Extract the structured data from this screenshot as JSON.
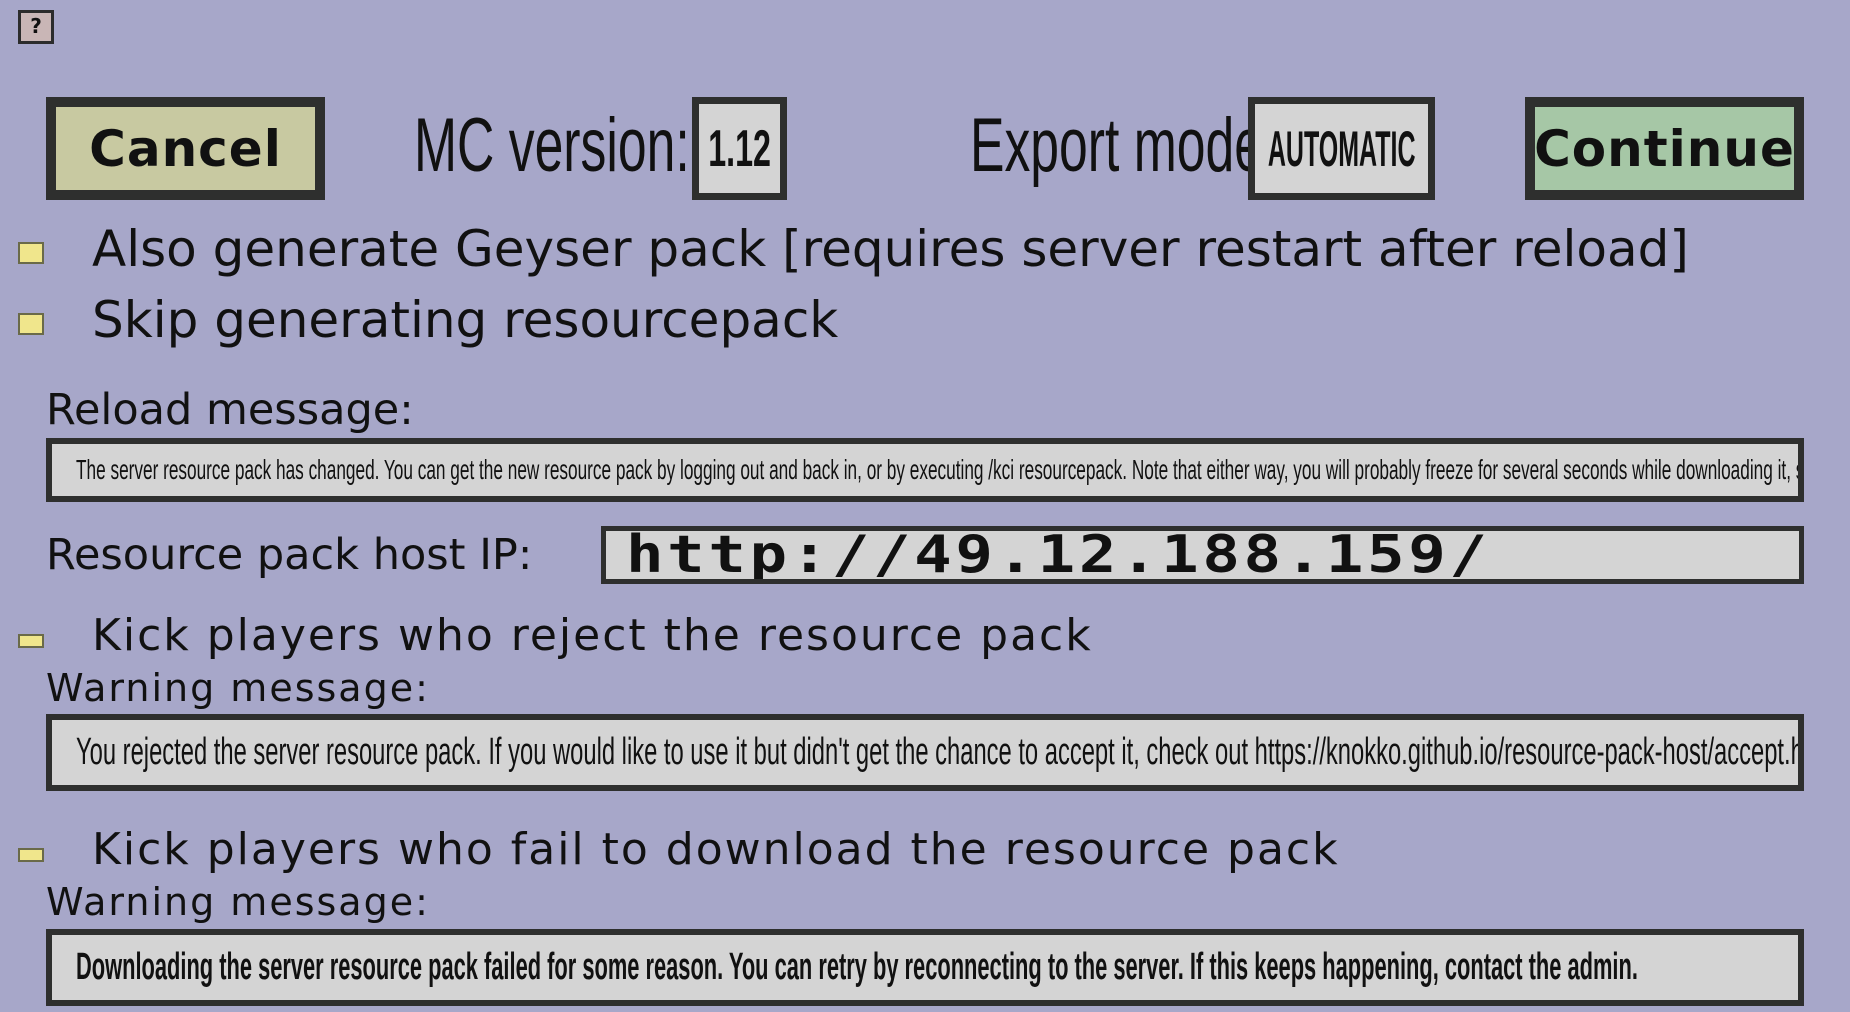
{
  "help": {
    "label": "?"
  },
  "toolbar": {
    "cancel_label": "Cancel",
    "continue_label": "Continue",
    "mc_version_label": "MC version:",
    "mc_version_value": "1.12",
    "export_mode_label": "Export mode:",
    "export_mode_value": "AUTOMATIC"
  },
  "options": {
    "geyser_label": "Also generate Geyser pack [requires server restart after reload]",
    "skip_label": "Skip generating resourcepack"
  },
  "reload": {
    "label": "Reload message:",
    "value": "The server resource pack has changed. You can get the new resource pack by logging out and back in, or by executing /kci resourcepack. Note that either way, you will probably freeze for several seconds while downloading it, so please do this at a safe location."
  },
  "host": {
    "label": "Resource pack host IP:",
    "value": "http://49.12.188.159/"
  },
  "kick_reject": {
    "label": "Kick players who reject the resource pack",
    "warning_label": "Warning message:",
    "warning_value": "You rejected the server resource pack. If you would like to use it but didn't get the chance to accept it, check out https://knokko.github.io/resource-pack-host/accept.html"
  },
  "kick_fail": {
    "label": "Kick players who fail to download the resource pack",
    "warning_label": "Warning message:",
    "warning_value": "Downloading the server resource pack failed for some reason. You can retry by reconnecting to the server. If this keeps happening, contact the admin."
  },
  "colors": {
    "background": "#a7a7c9",
    "cancel_bg": "#c8c9a1",
    "continue_bg": "#a6c7a6",
    "checkbox": "#f0e68c",
    "field_bg": "#d4d4d4",
    "border": "#2e2f2e"
  }
}
